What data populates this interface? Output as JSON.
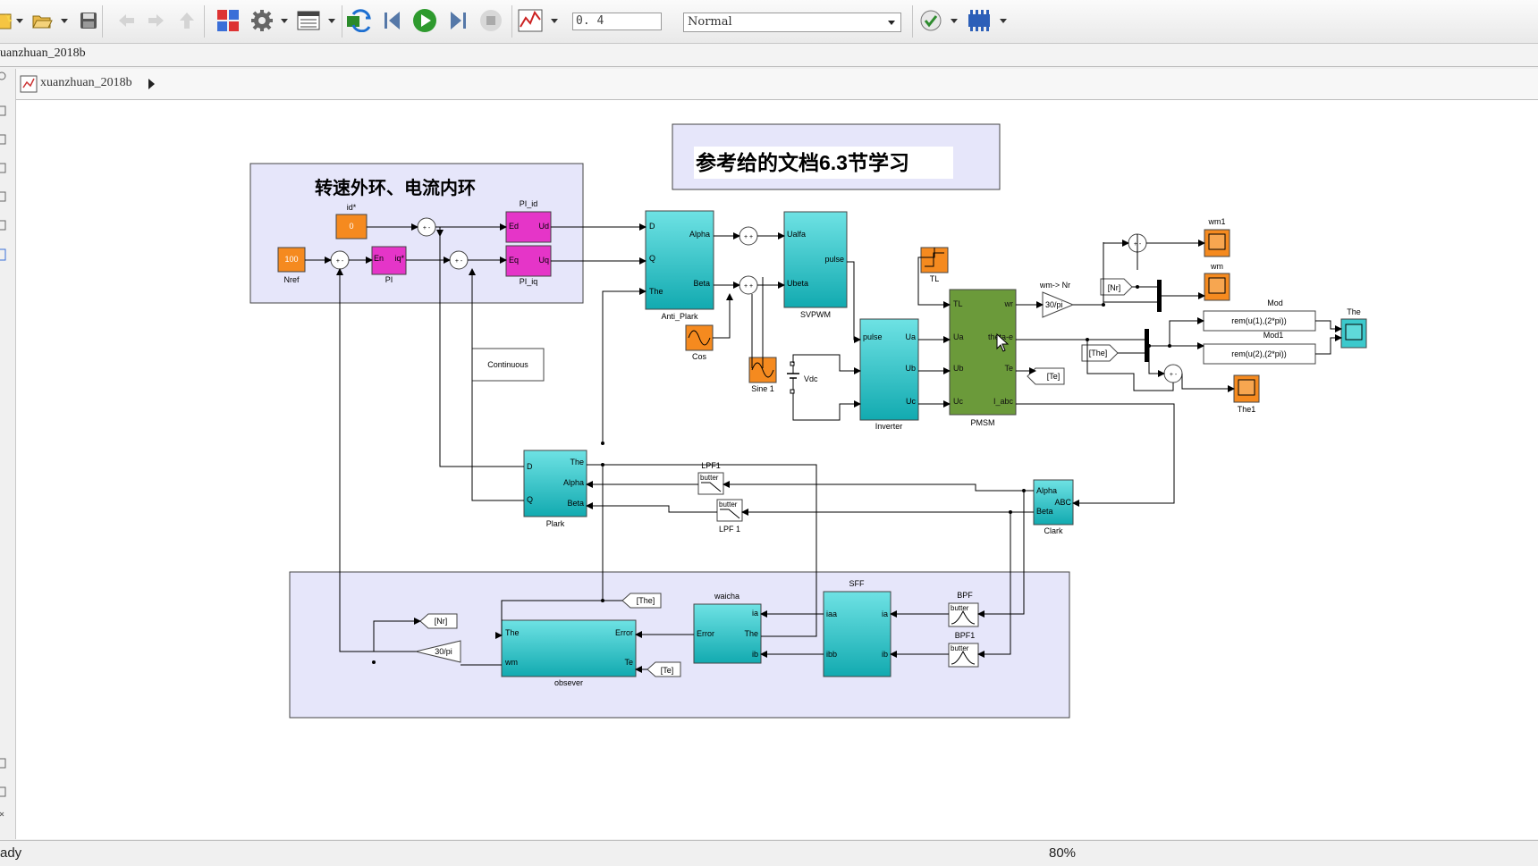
{
  "toolbar": {
    "stop_time": "0. 4",
    "sim_mode": "Normal",
    "icons": [
      "new-model-icon",
      "open-icon",
      "save-icon",
      "back-icon",
      "forward-icon",
      "up-icon",
      "library-browser-icon",
      "model-config-icon",
      "model-explorer-icon",
      "update-diagram-icon",
      "step-back-icon",
      "run-icon",
      "step-forward-icon",
      "stop-icon",
      "data-inspector-icon",
      "model-advisor-icon",
      "build-icon"
    ]
  },
  "tab": {
    "label": "uanzhuan_2018b"
  },
  "breadcrumb": {
    "model": "xuanzhuan_2018b"
  },
  "status": {
    "left": "ady",
    "zoom": "80%"
  },
  "diagram": {
    "area_title": "转速外环、电流内环",
    "note": "参考给的文档6.3节学习",
    "continuous": "Continuous",
    "constants": {
      "id_value": "0",
      "id_label": "id*",
      "nref_value": "100",
      "nref_label": "Nref"
    },
    "pi": {
      "label": "PI",
      "in": "En",
      "out": "iq*"
    },
    "pi_id": {
      "label": "PI_id",
      "in": "Ed",
      "out": "Ud"
    },
    "pi_iq": {
      "label": "PI_iq",
      "in": "Eq",
      "out": "Uq"
    },
    "anti_plark": {
      "label": "Anti_Plark",
      "in1": "D",
      "in2": "Q",
      "in3": "The",
      "out1": "Alpha",
      "out2": "Beta"
    },
    "svpwm": {
      "label": "SVPWM",
      "in1": "Ualfa",
      "in2": "Ubeta",
      "out": "pulse"
    },
    "cos": "Cos",
    "sine": "Sine 1",
    "vdc": "Vdc",
    "inverter": {
      "label": "Inverter",
      "in": "pulse",
      "ua": "Ua",
      "ub": "Ub",
      "uc": "Uc"
    },
    "tl": "TL",
    "pmsm": {
      "label": "PMSM",
      "tl": "TL",
      "ua": "Ua",
      "ub": "Ub",
      "uc": "Uc",
      "wr": "wr",
      "theta": "theta-e",
      "te": "Te",
      "iabc": "I_abc"
    },
    "gain_nr": {
      "label": "wm-> Nr",
      "value": "30/pi"
    },
    "goto_nr": "[Nr]",
    "goto_the": "[The]",
    "goto_te": "[Te]",
    "scopes": {
      "wm1": "wm1",
      "wm": "wm",
      "the": "The",
      "the1": "The1"
    },
    "mod": {
      "label": "Mod",
      "expr": "rem(u(1),(2*pi))"
    },
    "mod1": {
      "label": "Mod1",
      "expr": "rem(u(2),(2*pi))"
    },
    "plark": {
      "label": "Plark",
      "d": "D",
      "q": "Q",
      "the": "The",
      "alpha": "Alpha",
      "beta": "Beta"
    },
    "lpf1": "LPF1",
    "lpf_1": "LPF 1",
    "butter": "butter",
    "clark": {
      "label": "Clark",
      "alpha": "Alpha",
      "beta": "Beta",
      "abc": "ABC"
    },
    "observer": {
      "label": "obsever",
      "the": "The",
      "wm": "wm",
      "error": "Error",
      "te": "Te"
    },
    "waicha": {
      "label": "waicha",
      "error": "Error",
      "ia": "ia",
      "the": "The",
      "ib": "ib"
    },
    "sff": {
      "label": "SFF",
      "iaa": "iaa",
      "ibb": "ibb",
      "ia": "ia",
      "ib": "ib"
    },
    "bpf": "BPF",
    "bpf1": "BPF1",
    "gain_obs": "30/pi",
    "from_nr": "[Nr]",
    "from_the": "[The]",
    "from_te": "[Te]",
    "sum_signs": {
      "pm": "+ -",
      "pp": "+ +"
    }
  },
  "colors": {
    "cyan_block": "#3cc9cc",
    "magenta_block": "#e535c8",
    "orange_block": "#f58a1f",
    "green_block": "#6b9a3a",
    "area_fill": "#e6e6fa",
    "wire": "#000000"
  }
}
